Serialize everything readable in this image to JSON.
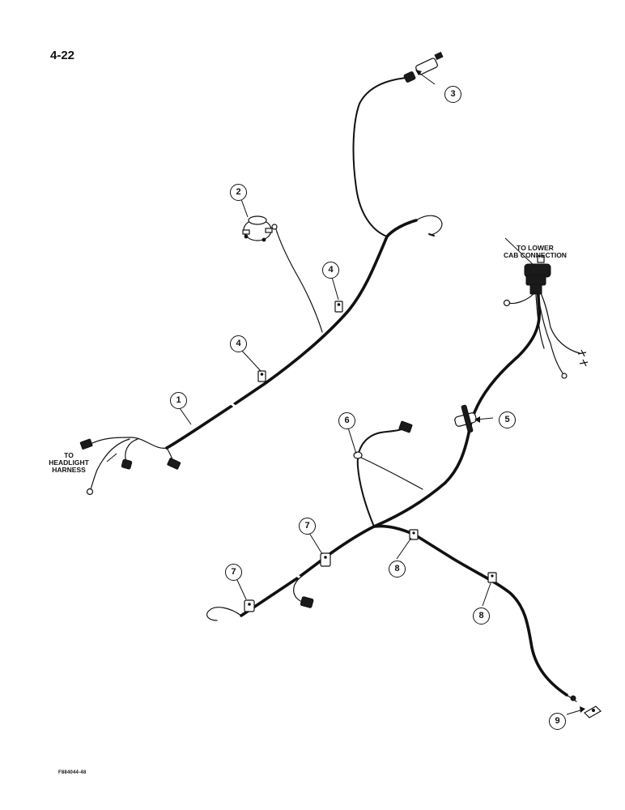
{
  "page": {
    "page_number": "4-22",
    "figure_code": "F884044-48"
  },
  "annotations": {
    "headlight": [
      "TO",
      "HEADLIGHT",
      "HARNESS"
    ],
    "lower_cab": [
      "TO LOWER",
      "CAB CONNECTION"
    ]
  },
  "callouts": {
    "c1": "1",
    "c2": "2",
    "c3": "3",
    "c4a": "4",
    "c4b": "4",
    "c5": "5",
    "c6": "6",
    "c7a": "7",
    "c7b": "7",
    "c8a": "8",
    "c8b": "8",
    "c9": "9"
  }
}
